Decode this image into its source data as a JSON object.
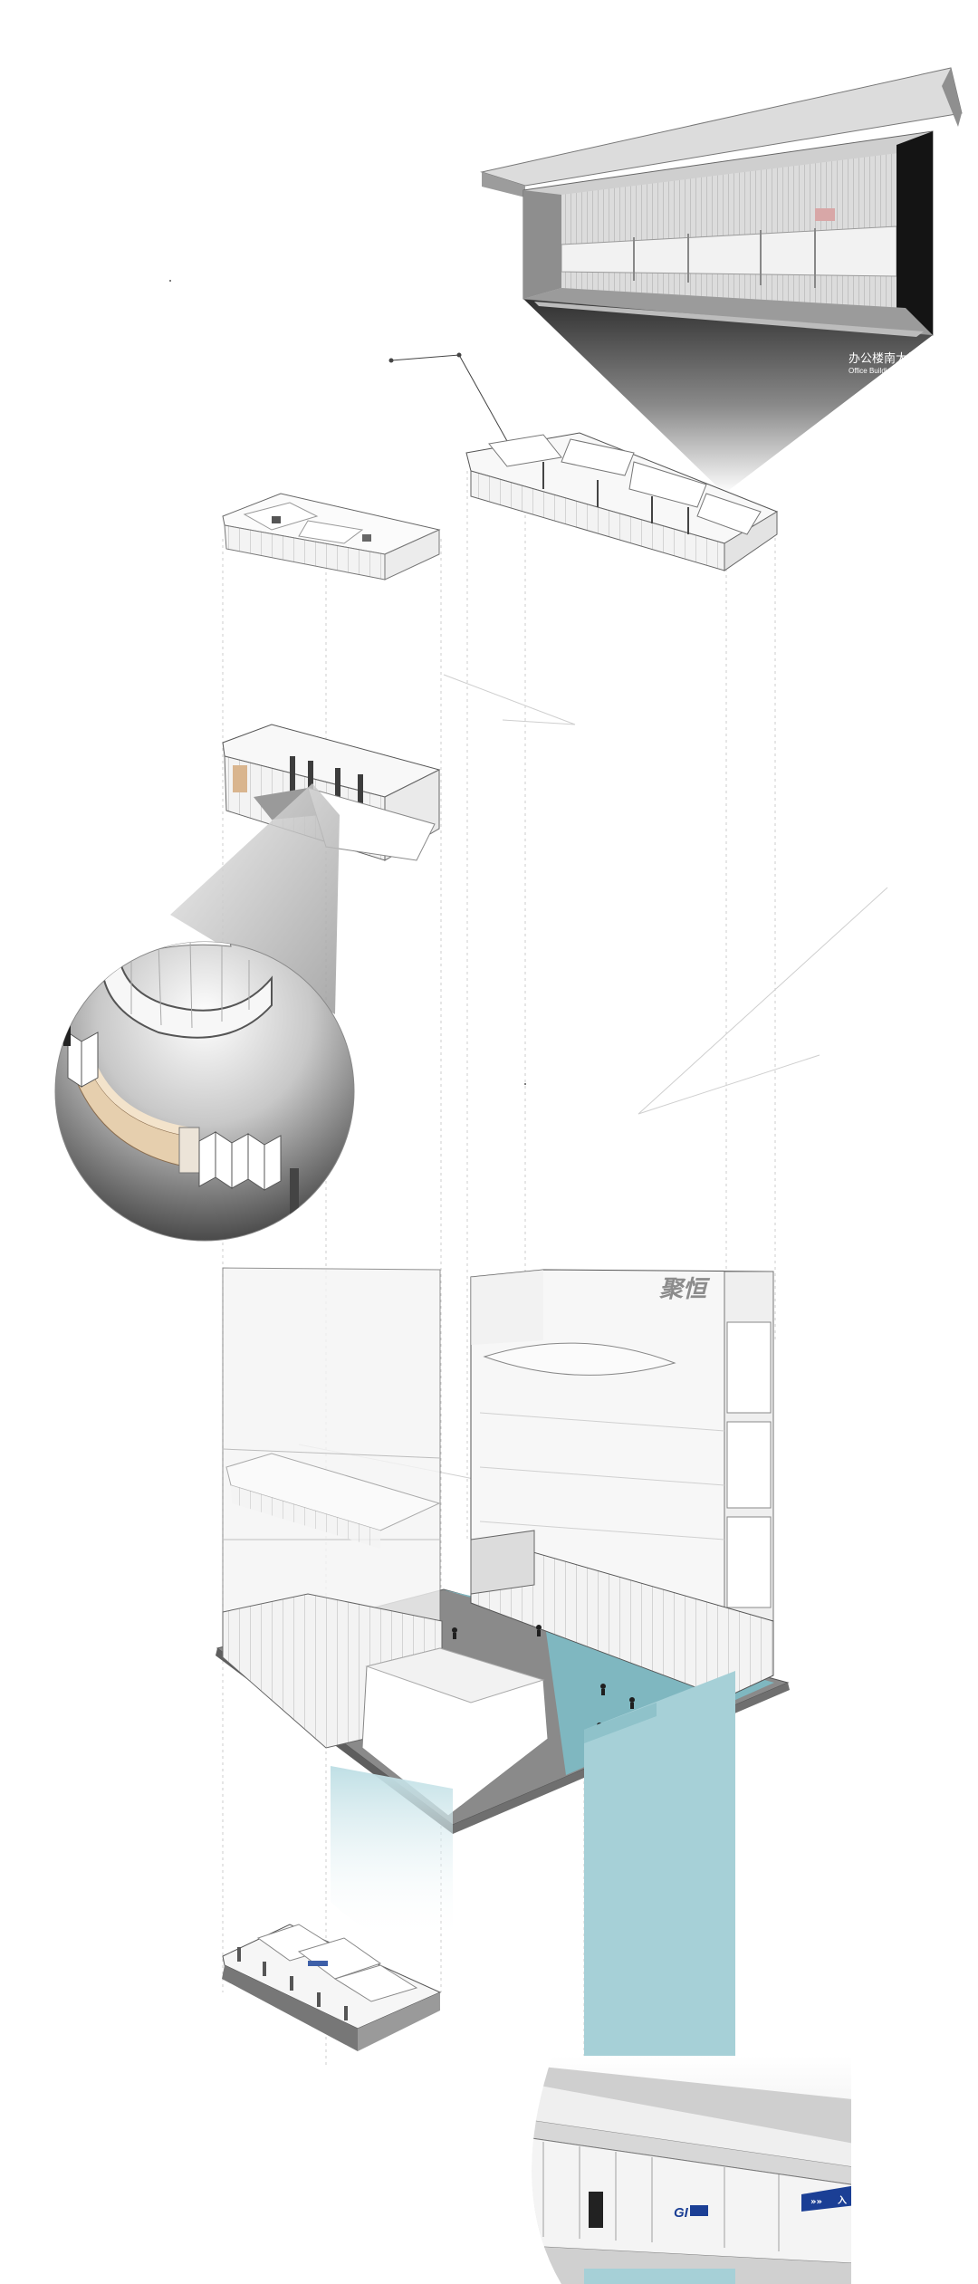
{
  "lobby_label": {
    "zh": "办公楼南大堂",
    "en": "Office Building So"
  },
  "tower_brand": "聚恒",
  "lower_lobby": {
    "brand_mark": "GI",
    "sign_arrows": "»»",
    "sign_text": "入"
  },
  "colors": {
    "plaza": "#7fb7c0",
    "plaza_light": "#a6d0d7",
    "line": "#6a6a6a",
    "guide": "#c9c9c9",
    "glass": "#f1f1f1",
    "wood": "#e6cfae",
    "sign_blue": "#1b3f95"
  },
  "icons": [
    "person-icon"
  ]
}
